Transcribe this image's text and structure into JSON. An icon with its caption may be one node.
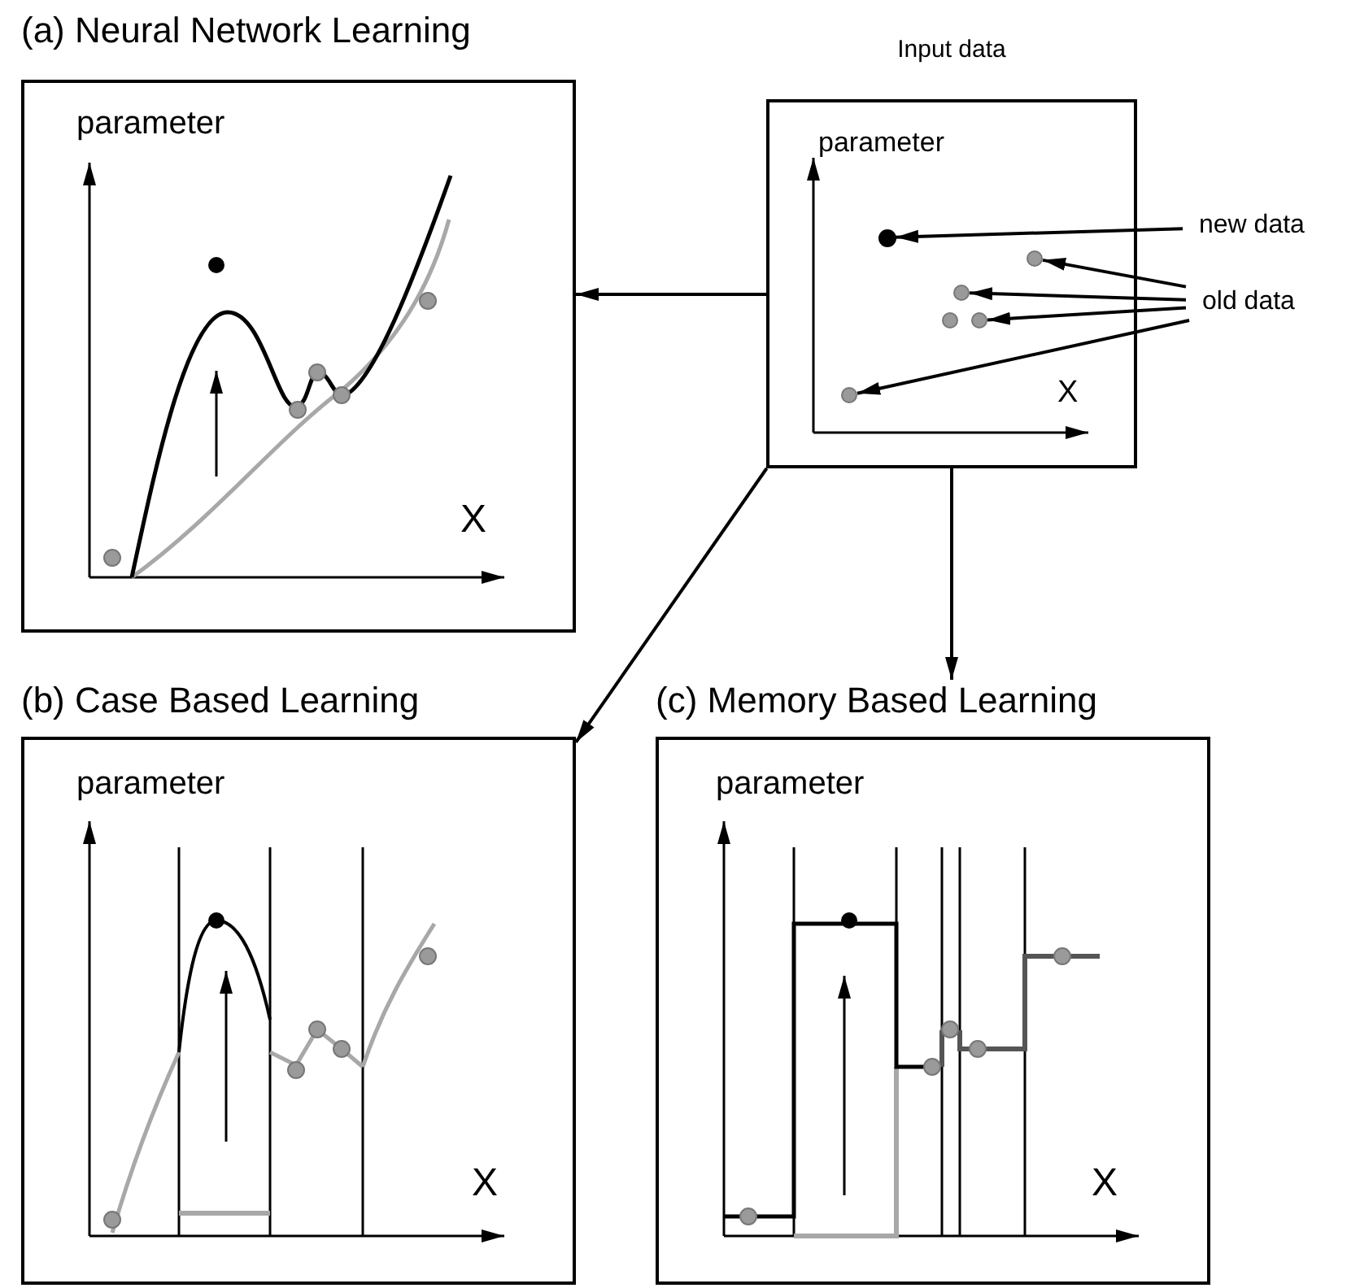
{
  "diagram": {
    "nodes": [
      {
        "text": [
          "(a) Neural Network Learning"
        ]
      },
      {
        "text": [
          "Input data"
        ]
      },
      {
        "text": [],
        "shape": "circle",
        "in": 1
      },
      {
        "text": [],
        "shape": "circle",
        "in": 1
      },
      {
        "text": [],
        "shape": "circle",
        "in": 1
      },
      {
        "text": [],
        "shape": "circle",
        "in": 1
      },
      {
        "text": [],
        "shape": "circle",
        "in": 1
      },
      {
        "text": [],
        "shape": "circle",
        "in": 1
      },
      {
        "text": [
          "new data"
        ]
      },
      {
        "text": [
          "old data"
        ]
      },
      {
        "text": [
          "(b) Case Based Learning"
        ]
      },
      {
        "text": [
          "(c) Memory Based Learning"
        ]
      }
    ],
    "edges": [
      {
        "from": 1,
        "to": 0,
        "arrow": "to"
      },
      {
        "from": 1,
        "to": 10,
        "arrow": "to"
      },
      {
        "from": 1,
        "to": 11,
        "arrow": "to"
      },
      {
        "from": 8,
        "to": 2,
        "arrow": "to"
      },
      {
        "from": 9,
        "to": 7,
        "arrow": "to"
      },
      {
        "from": 9,
        "to": 5,
        "arrow": "to"
      },
      {
        "from": 9,
        "to": 6,
        "arrow": "to"
      },
      {
        "from": 9,
        "to": 3,
        "arrow": "to"
      }
    ],
    "labels": [
      "parameter",
      "X",
      "parameter",
      "X",
      "parameter",
      "X",
      "parameter",
      "X"
    ]
  }
}
